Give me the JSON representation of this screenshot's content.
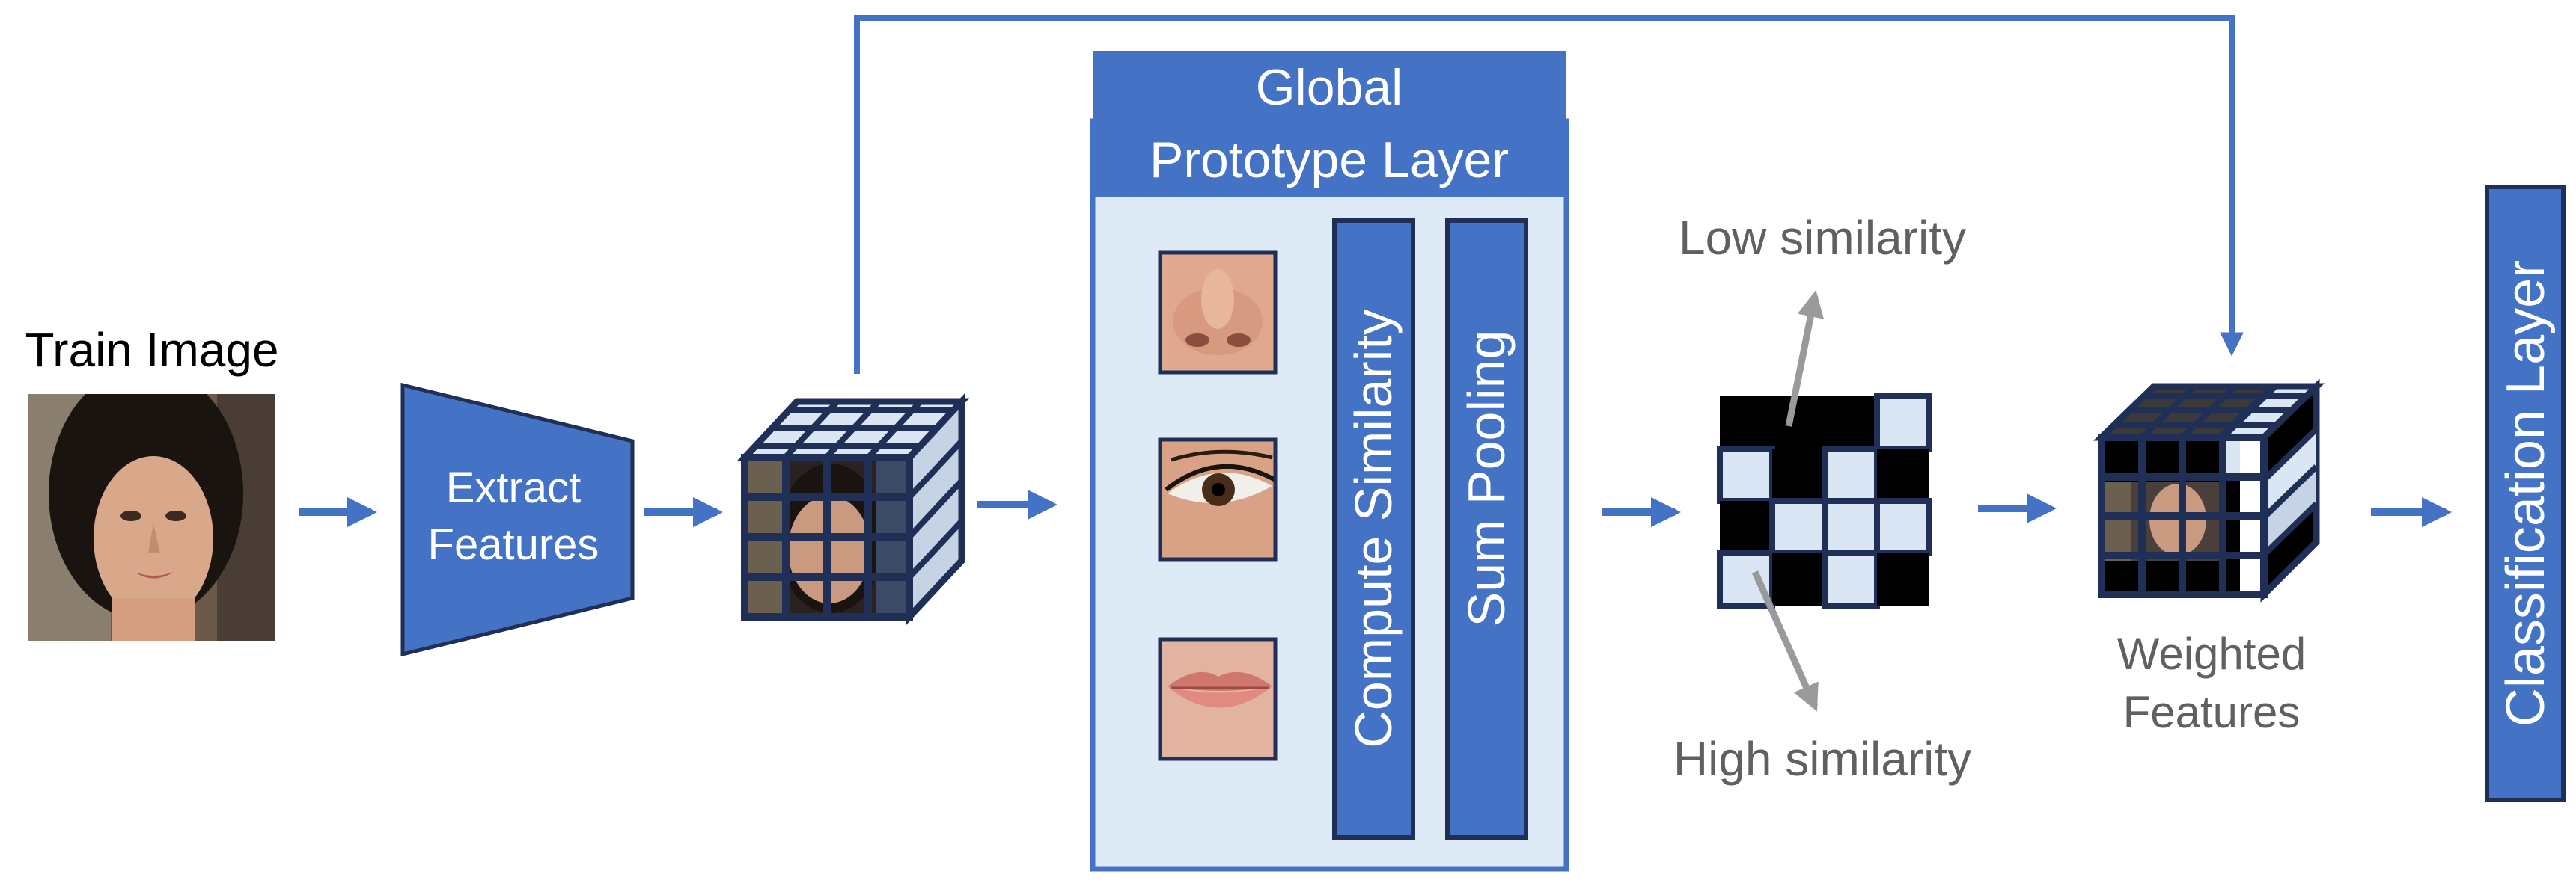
{
  "colors": {
    "accent": "#4472c4",
    "frame": "#1f2f55",
    "panel_fill": "#deebf7",
    "cell_light": "#dae6f4",
    "cell_dark": "#000000",
    "text_dark": "#000000",
    "text_gray": "#606060",
    "arrow_gray": "#9a9a9a"
  },
  "input": {
    "title": "Train Image",
    "image_icon": "face-photo-icon"
  },
  "extractor": {
    "label_line1": "Extract",
    "label_line2": "Features"
  },
  "prototype_layer": {
    "title_line1": "Global",
    "title_line2": "Prototype Layer",
    "prototypes": [
      "nose-patch-icon",
      "eye-patch-icon",
      "lips-patch-icon"
    ],
    "compute_label": "Compute Similarity",
    "pooling_label": "Sum Pooling"
  },
  "similarity_map": {
    "low_label": "Low similarity",
    "high_label": "High similarity",
    "cells": [
      [
        0,
        0,
        0,
        1
      ],
      [
        1,
        0,
        1,
        0
      ],
      [
        0,
        1,
        1,
        1
      ],
      [
        1,
        0,
        1,
        0
      ]
    ]
  },
  "weighted": {
    "label_line1": "Weighted",
    "label_line2": "Features"
  },
  "classifier": {
    "label": "Classification Layer"
  }
}
